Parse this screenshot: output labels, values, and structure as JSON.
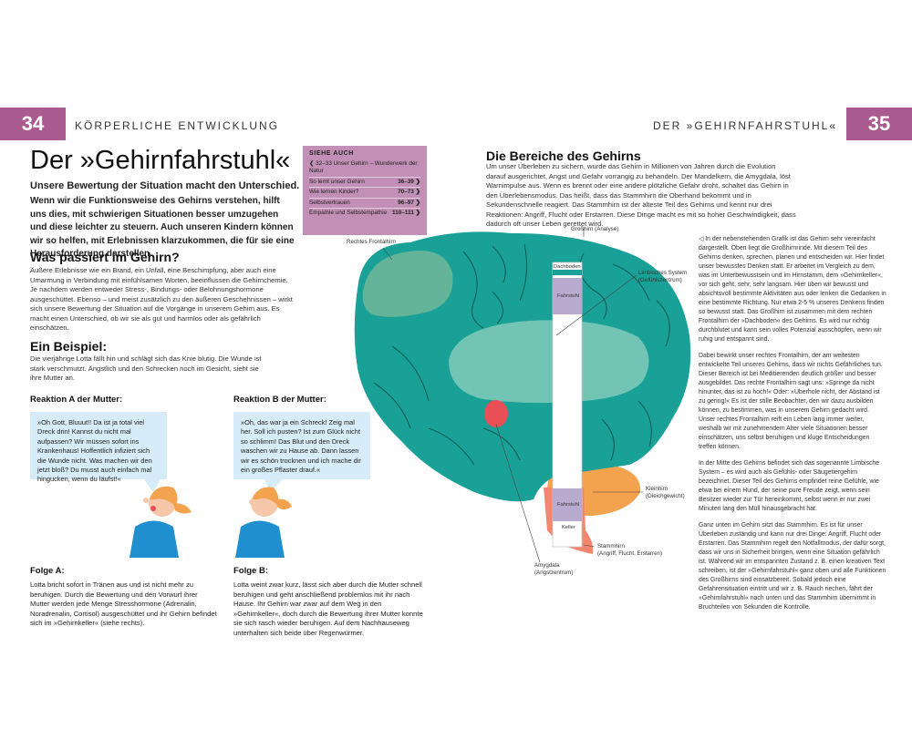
{
  "header": {
    "left_page_number": "34",
    "left_running_head": "KÖRPERLICHE ENTWICKLUNG",
    "right_running_head": "DER »GEHIRNFAHRSTUHL«",
    "right_page_number": "35"
  },
  "left": {
    "title": "Der »Gehirnfahrstuhl«",
    "subtitle": "Unsere Bewertung der Situation macht den Unterschied.",
    "lead": "Wenn wir die Funktionsweise des Gehirns verstehen, hilft uns dies, mit schwierigen Situationen besser umzugehen und diese leichter zu steuern. Auch unseren Kindern können wir so helfen, mit Erlebnissen klarzukommen, die für sie eine Herausforderung darstellen.",
    "section1_heading": "Was passiert im Gehirn?",
    "section1_text": "Äußere Erlebnisse wie ein Brand, ein Unfall, eine Beschimpfung, aber auch eine Umarmung in Verbindung mit einfühlsamen Worten, beeinflussen die Gehirnchemie. Je nachdem werden entweder Stress-, Bindungs- oder Belohnungshormone ausgeschüttet. Ebenso – und meist zusätzlich zu den äußeren Geschehnissen – wirkt sich unsere Bewertung der Situation auf die Vorgänge in unserem Gehirn aus. Es macht einen Unterschied, ob wir sie als gut und harmlos oder als gefährlich einschätzen.",
    "section2_heading": "Ein Beispiel:",
    "section2_text": "Die vierjährige Lotta fällt hin und schlägt sich das Knie blutig. Die Wunde ist stark verschmutzt. Ängstlich und den Schrecken noch im Gesicht, sieht sie ihre Mutter an.",
    "reaction_a_heading": "Reaktion A der Mutter:",
    "reaction_a_quote": "»Oh Gott, Bluuut!! Da ist ja total viel Dreck drin! Kannst du nicht mal aufpassen? Wir müssen sofort ins Krankenhaus! Hoffentlich infiziert sich die Wunde nicht. Was machen wir den jetzt bloß? Du musst auch einfach mal hingucken, wenn du läufst!«",
    "reaction_b_heading": "Reaktion B der Mutter:",
    "reaction_b_quote": "»Oh, das war ja ein Schreck! Zeig mal her. Soll ich pusten? Ist zum Glück nicht so schlimm! Das Blut und den Dreck waschen wir zu Hause ab. Dann lassen wir es schön trocknen und ich mache dir ein großes Pflaster drauf.«",
    "result_a_heading": "Folge A:",
    "result_a_text": "Lotta bricht sofort in Tränen aus und ist nicht mehr zu beruhigen. Durch die Bewertung und den Vorwurf ihrer Mutter werden jede Menge Stresshormone (Adrenalin, Noradrenalin, Cortisol) ausgeschüttet und ihr Gehirn befindet sich im »Gehirnkeller« (siehe rechts).",
    "result_b_heading": "Folge B:",
    "result_b_text": "Lotta weint zwar kurz, lässt sich aber durch die Mutter schnell beruhigen und geht anschließend problemlos mit ihr nach Hause. Ihr Gehirn war zwar auf dem Weg in den »Gehirnkeller«, doch durch die Bewertung ihrer Mutter konnte sie sich rasch wieder beruhigen. Auf dem Nachhauseweg unterhalten sich beide über Regenwürmer."
  },
  "sidebox": {
    "title": "SIEHE AUCH",
    "items": [
      {
        "label": "❮ 32–33 Unser Gehirn – Wunderwerk der Natur",
        "pages": ""
      },
      {
        "label": "So lernt unser Gehirn",
        "pages": "36–39 ❯"
      },
      {
        "label": "Wie lernen Kinder?",
        "pages": "70–73 ❯"
      },
      {
        "label": "Selbstvertrauen",
        "pages": "96–97 ❯"
      },
      {
        "label": "Empathie und Selbstempathie",
        "pages": "110–111 ❯"
      }
    ]
  },
  "right": {
    "heading": "Die Bereiche des Gehirns",
    "intro": "Um unser Überleben zu sichern, wurde das Gehirn in Millionen von Jahren durch die Evolution darauf ausgerichtet, Angst und Gefahr vorrangig zu behandeln. Der Mandelkern, die Amygdala, löst Warnimpulse aus. Wenn es brennt oder eine andere plötzliche Gefahr droht, schaltet das Gehirn in den Überlebensmodus. Das heißt, dass das Stammhirn die Oberhand bekommt und in Sekundenschnelle reagiert. Das Stammhirn ist der älteste Teil des Gehirns und kennt nur drei Reaktionen: Angriff, Flucht oder Erstarren. Diese Dinge macht es mit so hoher Geschwindigkeit, dass dadurch oft unser Leben gerettet wird.",
    "labels": {
      "frontal": "Rechtes Frontalhirn",
      "cerebrum": "Großhirn (Analyse)",
      "limbic": "Limbisches System\n(Gefühlszentrum)",
      "attic": "Dachboden",
      "elevator_top": "Fahrstuhl",
      "elevator_bottom": "Fahrstuhl",
      "cellar": "Keller",
      "cerebellum": "Kleinhirn\n(Gleichgewicht)",
      "brainstem": "Stammhirn\n(Angriff, Flucht, Erstarren)",
      "amygdala": "Amygdala\n(Angstzentrum)"
    },
    "column": [
      "◁ In der nebenstehenden Grafik ist das Gehirn sehr vereinfacht dargestellt. Oben liegt die Großhirnrinde. Mit diesem Teil des Gehirns denken, sprechen, planen und entscheiden wir. Hier findet unser bewusstes Denken statt. Er arbeitet im Vergleich zu dem, was im Unterbewusstsein und im Hirnstamm, dem »Gehirnkeller«, vor sich geht, sehr, sehr langsam. Hier üben wir bewusst und absichtsvoll bestimmte Aktivitäten aus oder lenken die Gedanken in eine bestimmte Richtung. Nur etwa 2-5 % unseres Denkens finden so bewusst statt. Das Großhirn ist zusammen mit dem rechten Frontalhirn der »Dachboden« des Gehirns. Es wird nur richtig durchblutet und kann sein volles Potenzial ausschöpfen, wenn wir ruhig und entspannt sind.",
      "Dabei bewirkt unser rechtes Frontalhirn, der am weitesten entwickelte Teil unseres Gehirns, dass wir nichts Gefährliches tun. Dieser Bereich ist bei Meditierenden deutlich größer und besser ausgebildet. Das rechte Frontalhirn sagt uns: »Springe da nicht hinunter, das ist zu hoch!« Oder: »Überhole nicht, der Abstand ist zu gering!« Es ist der stille Beobachter, den wir dazu ausbilden können, zu bestimmen, was in unserem Gehirn gedacht wird. Unser rechtes Frontalhirn reift ein Leben lang immer weiter, weshalb wir mit zunehmendem Alter viele Situationen besser einschätzen, uns selbst beruhigen und kluge Entscheidungen treffen können.",
      "In der Mitte des Gehirns befindet sich das sogenannte Limbische System – es wird auch als Gefühls- oder Säugetiergehirn bezeichnet. Dieser Teil des Gehirns empfindet reine Gefühle, wie etwa bei einem Hund, der seine pure Freude zeigt, wenn sein Besitzer wieder zur Tür hereinkommt, selbst wenn er nur zwei Minuten lang den Müll hinausgebracht hat.",
      "Ganz unten im Gehirn sitzt das Stammhirn. Es ist für unser Überleben zuständig und kann nur drei Dinge: Angriff, Flucht oder Erstarren. Das Stammhirn regelt den Notfallmodus, der dafür sorgt, dass wir uns in Sicherheit bringen, wenn eine Situation gefährlich ist. Während wir im entspannten Zustand z. B. einen kreativen Text schreiben, ist der »Gehirnfahrstuhl« ganz oben und alle Funktionen des Großhirns sind einsatzbereit. Sobald jedoch eine Gefahrensituation eintritt und wir z. B. Rauch riechen, fährt der »Gehirnfahrstuhl« nach unten und das Stammhirn übernimmt in Bruchteilen von Sekunden die Kontrolle."
    ]
  },
  "colors": {
    "accent_purple": "#a95a8f",
    "brain_teal": "#1aa197",
    "frontal_green": "#64b49a",
    "limbic_light": "#72c4b5",
    "cerebellum_orange": "#f3a24e",
    "brainstem_salmon": "#f48670",
    "amygdala_red": "#e84f57",
    "elevator_lavender": "#b9abd0",
    "bubble_blue": "#d6ecf8",
    "shirt_blue": "#1f8fd0"
  }
}
